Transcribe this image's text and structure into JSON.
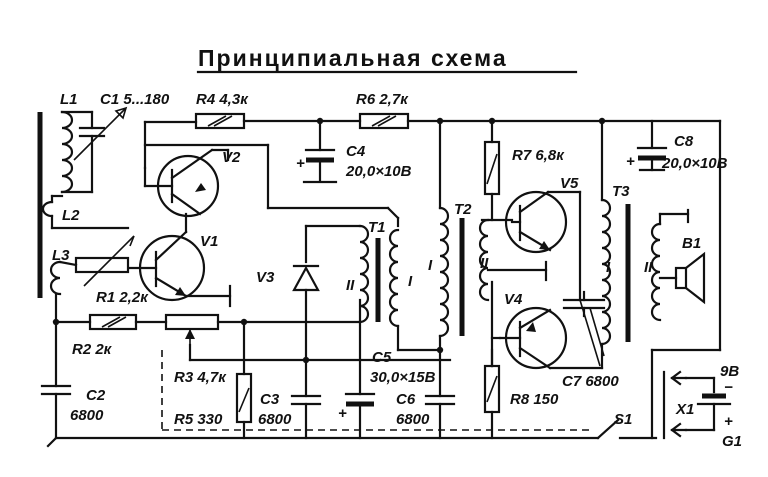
{
  "title": "Принципиальная схема",
  "labels": {
    "L1": "L1",
    "C1": "C1 5...180",
    "R4": "R4 4,3к",
    "R6": "R6 2,7к",
    "C4": "C4",
    "C4_val": "20,0×10В",
    "C8": "C8",
    "C8_val": "20,0×10В",
    "V2": "V2",
    "L2": "L2",
    "L3": "L3",
    "V1": "V1",
    "R1": "R1 2,2к",
    "R2": "R2 2к",
    "V3": "V3",
    "T1": "T1",
    "T1_II": "II",
    "T1_I": "I",
    "T2": "T2",
    "T2_I": "I",
    "T2_II": "II",
    "R7": "R7 6,8к",
    "V5": "V5",
    "V4": "V4",
    "T3": "T3",
    "T3_I": "I",
    "T3_II": "II",
    "B1": "B1",
    "C2": "C2",
    "C2_val": "6800",
    "R3": "R3 4,7к",
    "R5": "R5 330",
    "C3": "C3",
    "C3_val": "6800",
    "C5": "C5",
    "C5_val": "30,0×15В",
    "C6": "C6",
    "C6_val": "6800",
    "R8": "R8 150",
    "C7": "C7 6800",
    "S1": "S1",
    "X1": "X1",
    "G1": "G1",
    "bat_v": "9В",
    "plus": "+",
    "minus": "−"
  }
}
